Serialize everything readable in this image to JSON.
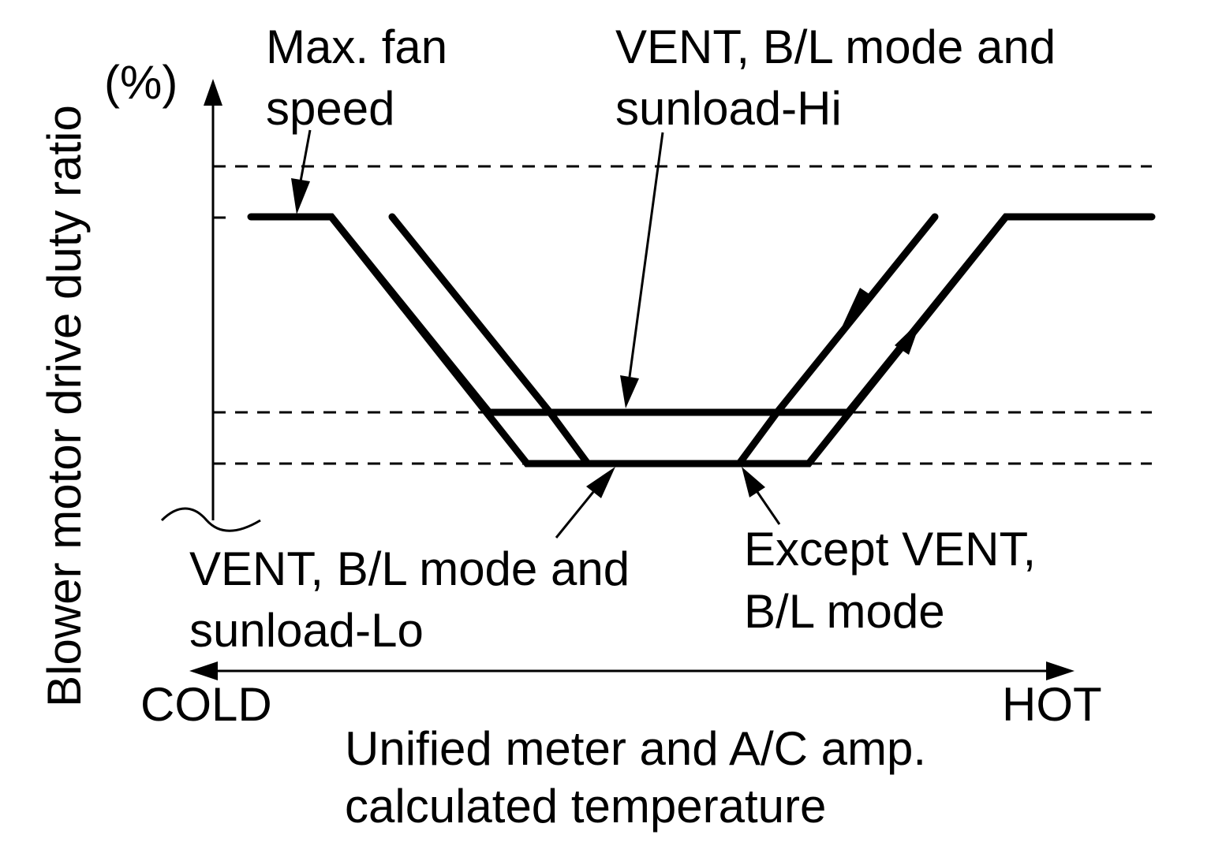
{
  "diagram": {
    "y_axis_label": "Blower motor drive duty ratio",
    "y_unit": "(%)",
    "x_left_label": "COLD",
    "x_right_label": "HOT",
    "x_axis_caption_line1": "Unified meter and A/C amp.",
    "x_axis_caption_line2": "calculated temperature",
    "annotations": {
      "max_fan_line1": "Max. fan",
      "max_fan_line2": "speed",
      "sunload_hi_line1": "VENT, B/L mode and",
      "sunload_hi_line2": "sunload-Hi",
      "sunload_lo_line1": "VENT, B/L mode and",
      "sunload_lo_line2": "sunload-Lo",
      "except_vent_line1": "Except VENT,",
      "except_vent_line2": "B/L mode"
    },
    "colors": {
      "ink": "#000000",
      "background": "#ffffff"
    }
  }
}
